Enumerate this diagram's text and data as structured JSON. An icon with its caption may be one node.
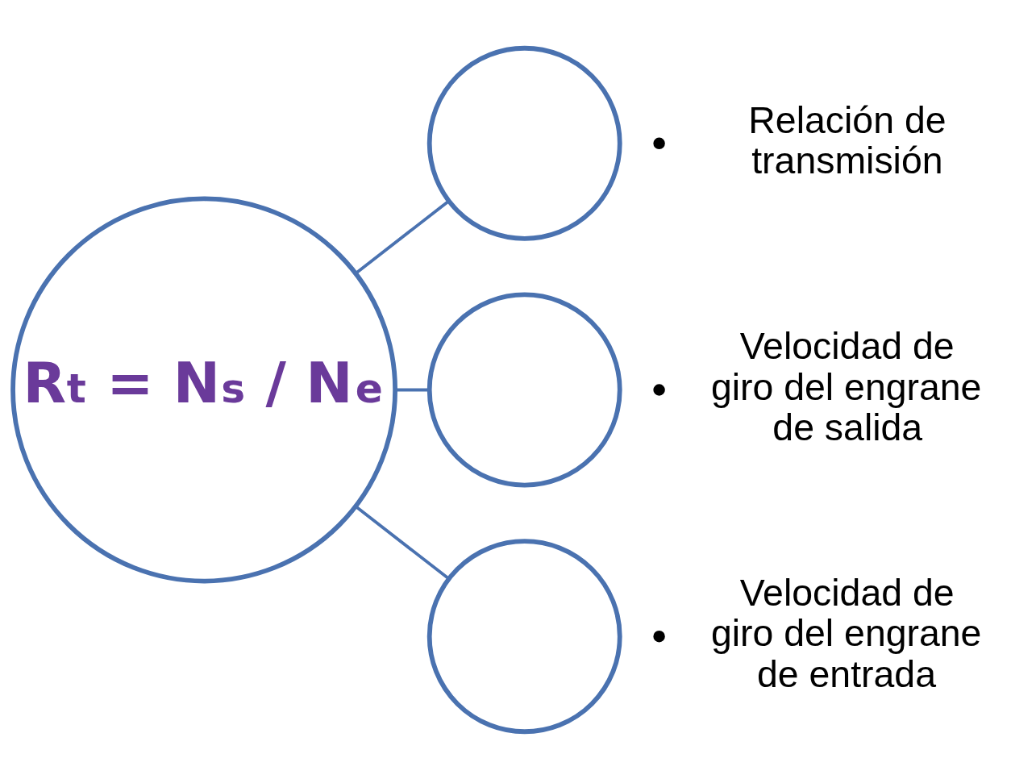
{
  "diagram": {
    "nodes": [
      {
        "text": [
          "R$_{t}$ = N$_{s}$ / N$_{e}$"
        ]
      },
      {
        "text": [],
        "shape": "circle",
        "beside": [
          "Relación de transmisión"
        ]
      },
      {
        "text": [],
        "shape": "circle",
        "beside": [
          "Velocidad de giro del engrane de salida"
        ]
      },
      {
        "text": [],
        "shape": "circle",
        "beside": [
          "Velocidad de giro del engrane de entrada"
        ]
      }
    ],
    "edges": [
      {
        "from": 0,
        "to": 1,
        "arrow": "none"
      },
      {
        "from": 0,
        "to": 2,
        "arrow": "none"
      },
      {
        "from": 0,
        "to": 3,
        "arrow": "none"
      }
    ]
  }
}
